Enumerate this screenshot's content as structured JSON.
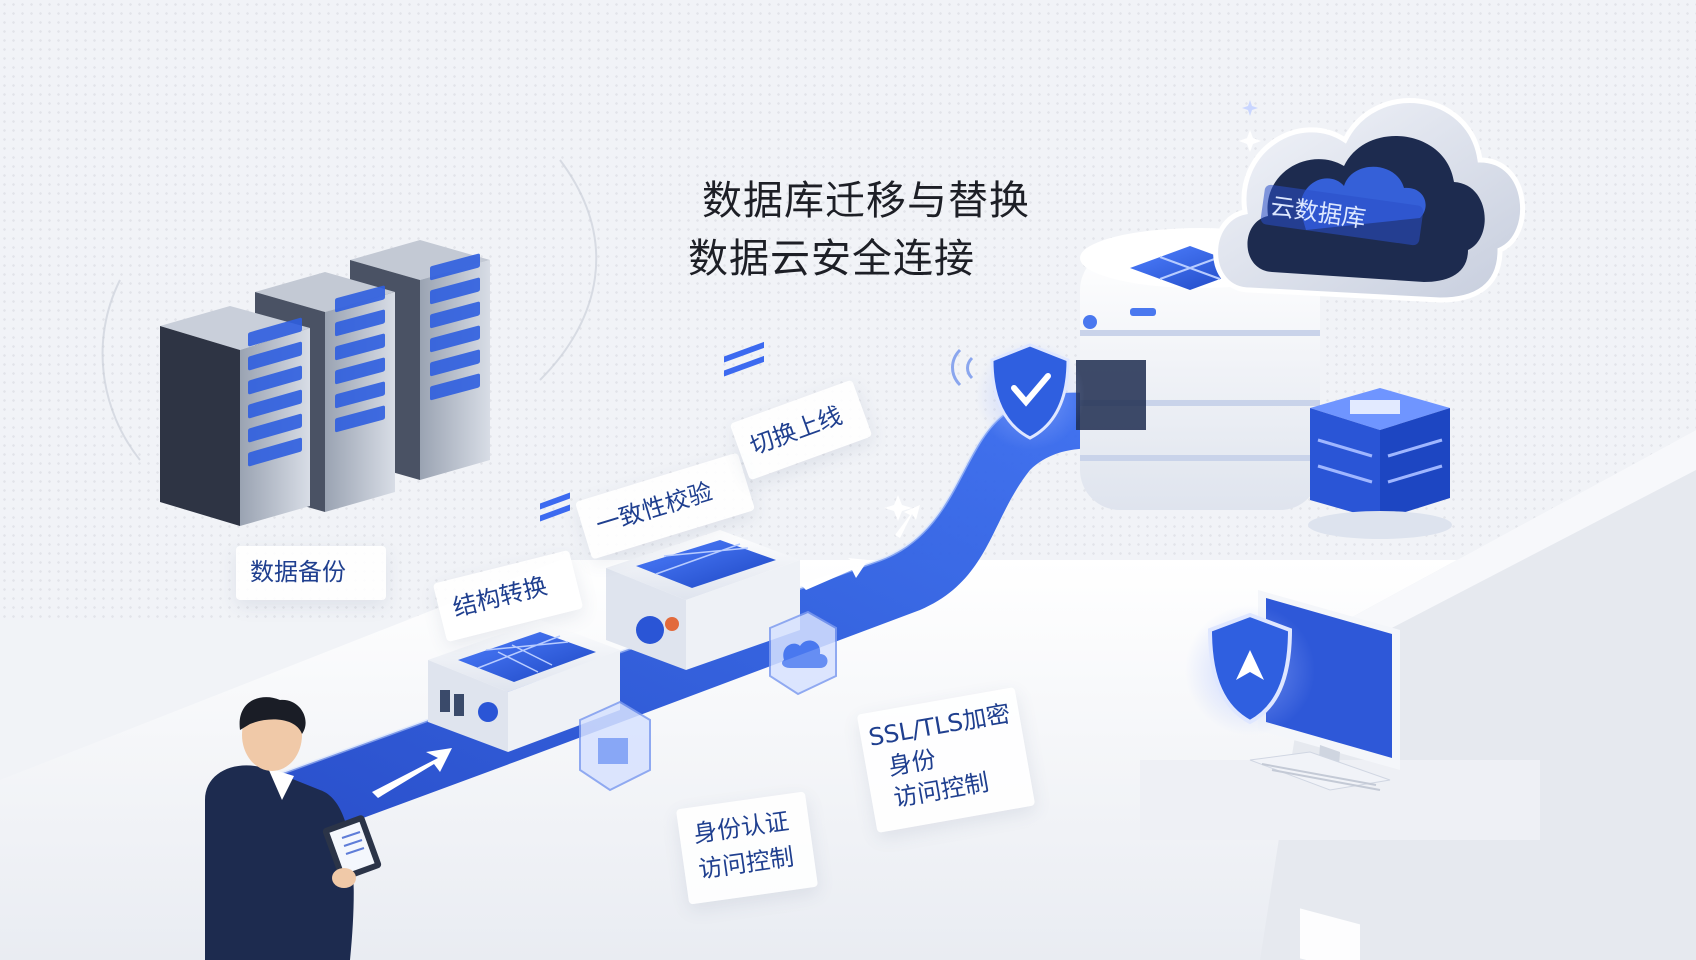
{
  "title": {
    "line1": "数据库迁移与替换",
    "line2": "数据云安全连接"
  },
  "steps": {
    "backup": "数据备份",
    "schema_convert": "结构转换",
    "consistency_check": "一致性校验",
    "cutover": "切换上线"
  },
  "security": {
    "encryption": "SSL/TLS加密",
    "identity": "身份",
    "access_control": "访问控制",
    "auth": "身份认证",
    "auth_access_control": "访问控制"
  },
  "cloud": {
    "label": "云数据库"
  },
  "colors": {
    "accent": "#2a55d6",
    "accent_dark": "#1a3cb0",
    "navy": "#1d2b4f",
    "text_blue": "#1f3f8f"
  }
}
